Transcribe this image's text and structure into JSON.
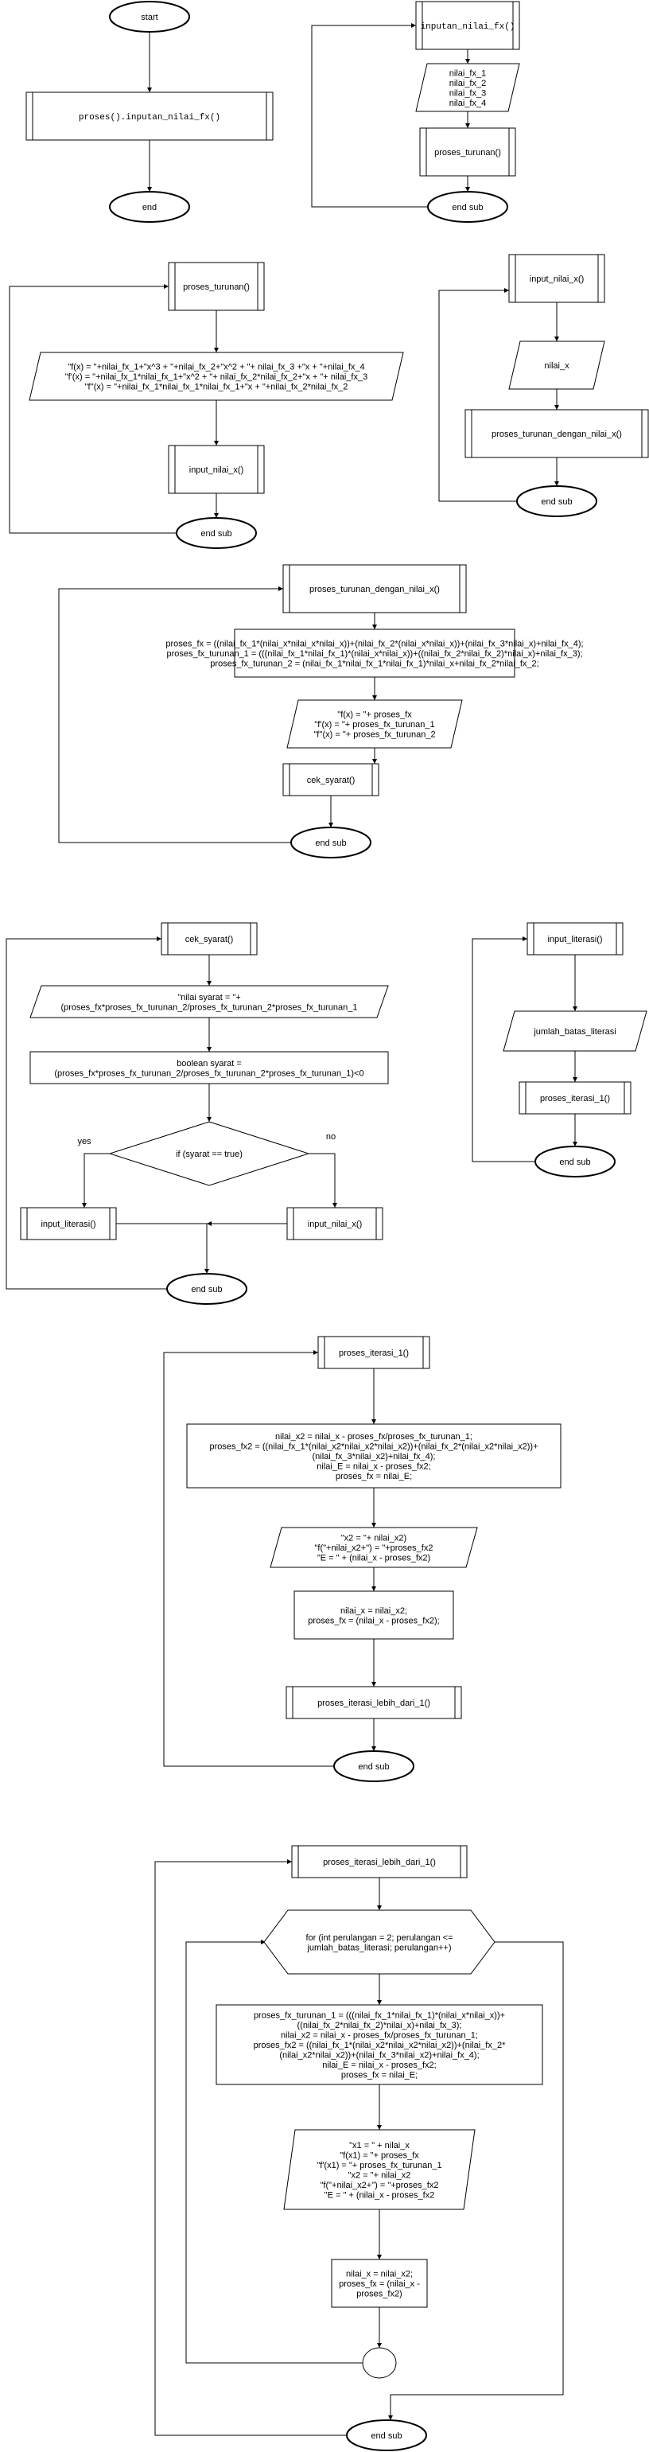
{
  "colors": {
    "stroke": "#000000",
    "fill": "#ffffff",
    "text": "#000000"
  },
  "nodes": [
    {
      "id": "n1",
      "shape": "terminal",
      "lines": [
        "start"
      ]
    },
    {
      "id": "n2",
      "shape": "subroutine",
      "font": "mono",
      "lines": [
        "proses().inputan_nilai_fx()"
      ]
    },
    {
      "id": "n3",
      "shape": "terminal",
      "lines": [
        "end"
      ]
    },
    {
      "id": "n4",
      "shape": "subroutine",
      "font": "mono",
      "lines": [
        "inputan_nilai_fx()"
      ]
    },
    {
      "id": "n5",
      "shape": "parallelogram",
      "lines": [
        "nilai_fx_1",
        "nilai_fx_2",
        "nilai_fx_3",
        "nilai_fx_4"
      ]
    },
    {
      "id": "n6",
      "shape": "subroutine",
      "lines": [
        "proses_turunan()"
      ]
    },
    {
      "id": "n7",
      "shape": "terminal",
      "lines": [
        "end sub"
      ]
    },
    {
      "id": "n8",
      "shape": "subroutine",
      "lines": [
        "input_nilai_x()"
      ]
    },
    {
      "id": "n9",
      "shape": "parallelogram",
      "lines": [
        "nilai_x"
      ]
    },
    {
      "id": "n10",
      "shape": "subroutine",
      "lines": [
        "proses_turunan_dengan_nilai_x()"
      ]
    },
    {
      "id": "n11",
      "shape": "terminal",
      "lines": [
        "end sub"
      ]
    },
    {
      "id": "n12",
      "shape": "subroutine",
      "lines": [
        "proses_turunan()"
      ]
    },
    {
      "id": "n13",
      "shape": "parallelogram",
      "lines": [
        "\"f(x)   = \"+nilai_fx_1+\"x^3 + \"+nilai_fx_2+\"x^2 + \"+ nilai_fx_3 +\"x + \"+nilai_fx_4",
        "\"f'(x)  = \"+nilai_fx_1*nilai_fx_1+\"x^2 + \"+ nilai_fx_2*nilai_fx_2+\"x + \"+ nilai_fx_3",
        "\"f''(x) = \"+nilai_fx_1*nilai_fx_1*nilai_fx_1+\"x + \"+nilai_fx_2*nilai_fx_2"
      ]
    },
    {
      "id": "n14",
      "shape": "subroutine",
      "lines": [
        "input_nilai_x()"
      ]
    },
    {
      "id": "n15",
      "shape": "terminal",
      "lines": [
        "end sub"
      ]
    },
    {
      "id": "n16",
      "shape": "subroutine",
      "lines": [
        "proses_turunan_dengan_nilai_x()"
      ]
    },
    {
      "id": "n17",
      "shape": "process",
      "lines": [
        "proses_fx = ((nilai_fx_1*(nilai_x*nilai_x*nilai_x))+(nilai_fx_2*(nilai_x*nilai_x))+(nilai_fx_3*nilai_x)+nilai_fx_4);",
        "proses_fx_turunan_1 = (((nilai_fx_1*nilai_fx_1)*(nilai_x*nilai_x))+((nilai_fx_2*nilai_fx_2)*nilai_x)+nilai_fx_3);",
        "proses_fx_turunan_2 = (nilai_fx_1*nilai_fx_1*nilai_fx_1)*nilai_x+nilai_fx_2*nilai_fx_2;"
      ]
    },
    {
      "id": "n18",
      "shape": "parallelogram",
      "lines": [
        "\"f(x)   = \"+ proses_fx",
        "\"f'(x)  = \"+ proses_fx_turunan_1",
        "\"f''(x) = \"+ proses_fx_turunan_2"
      ]
    },
    {
      "id": "n19",
      "shape": "subroutine",
      "lines": [
        "cek_syarat()"
      ]
    },
    {
      "id": "n20",
      "shape": "terminal",
      "lines": [
        "end sub"
      ]
    },
    {
      "id": "n21",
      "shape": "subroutine",
      "lines": [
        "cek_syarat()"
      ]
    },
    {
      "id": "n22",
      "shape": "parallelogram",
      "lines": [
        "\"nilai syarat = \"+",
        "(proses_fx*proses_fx_turunan_2/proses_fx_turunan_2*proses_fx_turunan_1"
      ]
    },
    {
      "id": "n23",
      "shape": "process",
      "lines": [
        "boolean syarat =",
        "(proses_fx*proses_fx_turunan_2/proses_fx_turunan_2*proses_fx_turunan_1)<0"
      ]
    },
    {
      "id": "n24",
      "shape": "decision",
      "lines": [
        "if (syarat == true)"
      ]
    },
    {
      "id": "n25",
      "shape": "subroutine",
      "lines": [
        "input_literasi()"
      ]
    },
    {
      "id": "n26",
      "shape": "subroutine",
      "lines": [
        "input_nilai_x()"
      ]
    },
    {
      "id": "n27",
      "shape": "terminal",
      "lines": [
        "end sub"
      ]
    },
    {
      "id": "n28",
      "shape": "subroutine",
      "lines": [
        "input_literasi()"
      ]
    },
    {
      "id": "n29",
      "shape": "parallelogram",
      "lines": [
        "jumlah_batas_literasi"
      ]
    },
    {
      "id": "n30",
      "shape": "subroutine",
      "lines": [
        "proses_iterasi_1()"
      ]
    },
    {
      "id": "n31",
      "shape": "terminal",
      "lines": [
        "end sub"
      ]
    },
    {
      "id": "n32",
      "shape": "subroutine",
      "lines": [
        "proses_iterasi_1()"
      ]
    },
    {
      "id": "n33",
      "shape": "process",
      "lines": [
        "nilai_x2 = nilai_x - proses_fx/proses_fx_turunan_1;",
        "proses_fx2 = ((nilai_fx_1*(nilai_x2*nilai_x2*nilai_x2))+(nilai_fx_2*(nilai_x2*nilai_x2))+",
        "(nilai_fx_3*nilai_x2)+nilai_fx_4);",
        "nilai_E = nilai_x - proses_fx2;",
        "proses_fx =  nilai_E;"
      ]
    },
    {
      "id": "n34",
      "shape": "parallelogram",
      "lines": [
        "\"x2              = \"+ nilai_x2)",
        "\"f(\"+nilai_x2+\") = \"+proses_fx2",
        "\"E               = \" + (nilai_x - proses_fx2)"
      ]
    },
    {
      "id": "n35",
      "shape": "process",
      "lines": [
        "nilai_x = nilai_x2;",
        "proses_fx = (nilai_x - proses_fx2);"
      ]
    },
    {
      "id": "n36",
      "shape": "subroutine",
      "lines": [
        "proses_iterasi_lebih_dari_1()"
      ]
    },
    {
      "id": "n37",
      "shape": "terminal",
      "lines": [
        "end sub"
      ]
    },
    {
      "id": "n38",
      "shape": "subroutine",
      "lines": [
        "proses_iterasi_lebih_dari_1()"
      ]
    },
    {
      "id": "n39",
      "shape": "hexagon",
      "lines": [
        "for (int perulangan = 2; perulangan <=",
        "jumlah_batas_literasi; perulangan++)"
      ]
    },
    {
      "id": "n40",
      "shape": "process",
      "lines": [
        "proses_fx_turunan_1 = (((nilai_fx_1*nilai_fx_1)*(nilai_x*nilai_x))+",
        "((nilai_fx_2*nilai_fx_2)*nilai_x)+nilai_fx_3);",
        "nilai_x2 = nilai_x - proses_fx/proses_fx_turunan_1;",
        "proses_fx2 = ((nilai_fx_1*(nilai_x2*nilai_x2*nilai_x2))+(nilai_fx_2*",
        "(nilai_x2*nilai_x2))+(nilai_fx_3*nilai_x2)+nilai_fx_4);",
        "nilai_E = nilai_x - proses_fx2;",
        "proses_fx =  nilai_E;"
      ]
    },
    {
      "id": "n41",
      "shape": "parallelogram",
      "lines": [
        "\"x1              = \" + nilai_x",
        "\"f(x1)           = \"+ proses_fx",
        "\"f'(x1)          = \"+ proses_fx_turunan_1",
        "\"x2              = \"+ nilai_x2",
        "\"f(\"+nilai_x2+\") = \"+proses_fx2",
        "\"E               = \" + (nilai_x - proses_fx2"
      ]
    },
    {
      "id": "n42",
      "shape": "process",
      "lines": [
        "nilai_x = nilai_x2;",
        "proses_fx = (nilai_x -",
        "proses_fx2)"
      ]
    },
    {
      "id": "n43",
      "shape": "connector",
      "lines": []
    },
    {
      "id": "n44",
      "shape": "terminal",
      "lines": [
        "end sub"
      ]
    }
  ],
  "edge_labels": [
    {
      "id": "yes",
      "text": "yes"
    },
    {
      "id": "no",
      "text": "no"
    }
  ]
}
